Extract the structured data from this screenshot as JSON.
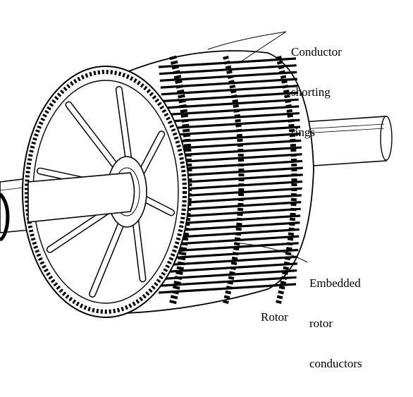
{
  "labels": {
    "shorting_rings": [
      "Conductor",
      "shorting",
      "rings"
    ],
    "embedded": [
      "Embedded",
      "rotor",
      "conductors"
    ],
    "caption": "Rotor"
  },
  "colors": {
    "ink": "#000000",
    "paper": "#ffffff",
    "ring_fill": "#1a1a1a",
    "bar_light": "#f2f2f2"
  },
  "icons": {
    "hub": "rotor-hub-icon",
    "shaft": "shaft-icon"
  }
}
